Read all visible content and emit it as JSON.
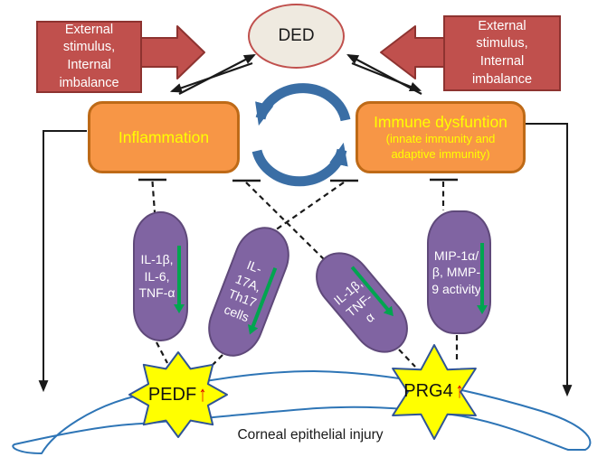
{
  "figure": {
    "ded_label": "DED",
    "stimulus_left": "External stimulus, Internal imbalance",
    "stimulus_right": "External stimulus, Internal imbalance",
    "inflammation_label": "Inflammation",
    "immune_title": "Immune dysfuntion",
    "immune_subtitle": "(innate immunity and adaptive immunity)",
    "mediators": [
      {
        "id": "il1b-il6-tnfa",
        "label": "IL-1β, IL-6, TNF-α"
      },
      {
        "id": "il17a-th17",
        "label": "IL-17A, Th17 cells"
      },
      {
        "id": "il1b-tnfa",
        "label": "IL-1β, TNF-α"
      },
      {
        "id": "mip-mmp9",
        "label": "MIP-1α/β, MMP-9 activity"
      }
    ],
    "outcomes": [
      {
        "id": "pedf",
        "label": "PEDF",
        "trend": "↑"
      },
      {
        "id": "prg4",
        "label": "PRG4",
        "trend": "↑"
      }
    ],
    "injury_label": "Corneal epithelial injury",
    "colors": {
      "redBox": "#C0504D",
      "redBorder": "#8E3330",
      "cream": "#EFEAE0",
      "creamBorder": "#C0504D",
      "orange": "#F79646",
      "orangeBorder": "#BE6A17",
      "yellowText": "#FFFF00",
      "purple": "#8064A2",
      "purpleBorder": "#5F497A",
      "starYellow": "#FFFF00",
      "starBorder": "#2F5496",
      "blueArrow": "#3A6EA5",
      "greenArrow": "#00A550",
      "redUp": "#E00000",
      "corneaBlue": "#2E75B6",
      "ink": "#1a1a1a"
    }
  }
}
